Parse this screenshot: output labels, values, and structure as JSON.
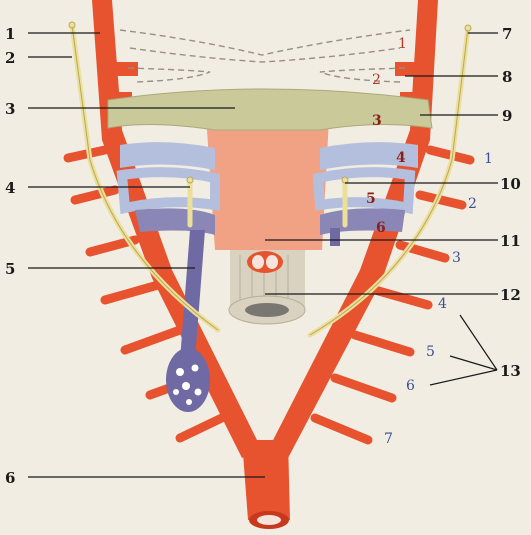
{
  "left_labels": [
    "1",
    "2",
    "3",
    "4",
    "5",
    "6"
  ],
  "right_labels": [
    "7",
    "8",
    "9",
    "10",
    "11",
    "12",
    "13"
  ],
  "arch_numbers_dashed": [
    "1",
    "2"
  ],
  "arch_numbers_persistent": [
    "3",
    "4",
    "5",
    "6"
  ],
  "segmental_artery_numbers": [
    "1",
    "2",
    "3",
    "4",
    "5",
    "6",
    "7"
  ],
  "colors": {
    "background": "#f1ede2",
    "artery": "#e8532f",
    "aortic_sac": "#f1a284",
    "arch_3": "#c9c99a",
    "arch_4": "#b3bfdc",
    "arch_6": "#8a86b6",
    "nerve": "#ecdf9a",
    "trachea": "#d9d2c0"
  }
}
